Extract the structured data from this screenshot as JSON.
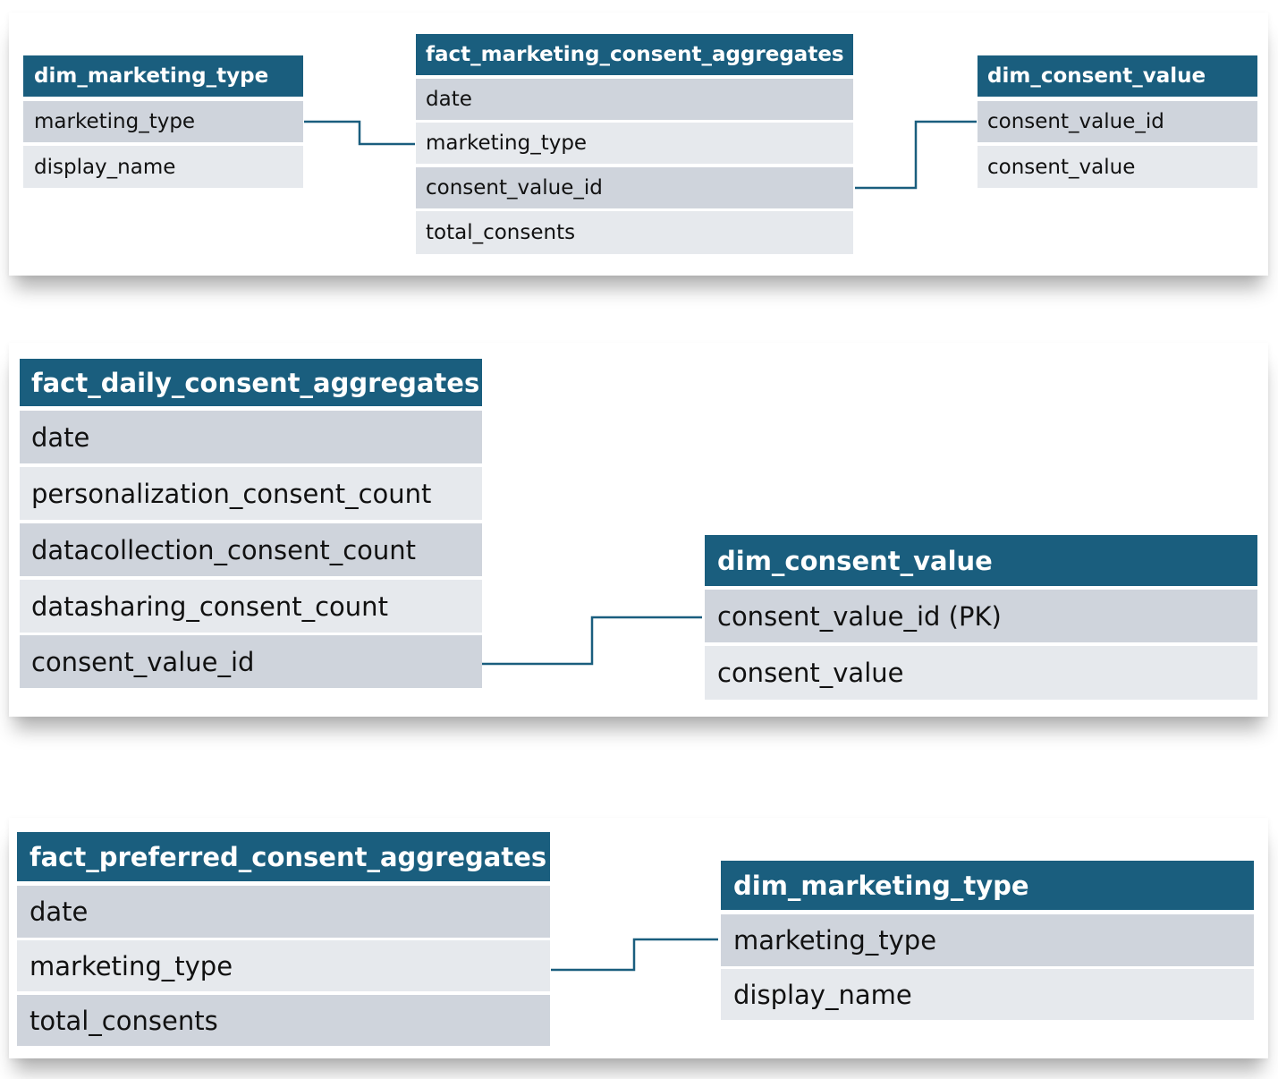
{
  "colors": {
    "header_bg": "#1a5e7e",
    "header_text": "#ffffff",
    "row_dark": "#cfd4dc",
    "row_light": "#e6e9ed",
    "connector": "#1a5e7e"
  },
  "diagram1": {
    "dim_marketing_type": {
      "title": "dim_marketing_type",
      "fields": [
        "marketing_type",
        "display_name"
      ]
    },
    "fact_marketing_consent_aggregates": {
      "title": "fact_marketing_consent_aggregates",
      "fields": [
        "date",
        "marketing_type",
        "consent_value_id",
        "total_consents"
      ]
    },
    "dim_consent_value": {
      "title": "dim_consent_value",
      "fields": [
        "consent_value_id",
        "consent_value"
      ]
    }
  },
  "diagram2": {
    "fact_daily_consent_aggregates": {
      "title": "fact_daily_consent_aggregates",
      "fields": [
        "date",
        "personalization_consent_count",
        "datacollection_consent_count",
        "datasharing_consent_count",
        "consent_value_id"
      ]
    },
    "dim_consent_value": {
      "title": "dim_consent_value",
      "fields": [
        "consent_value_id (PK)",
        "consent_value"
      ]
    }
  },
  "diagram3": {
    "fact_preferred_consent_aggregates": {
      "title": "fact_preferred_consent_aggregates",
      "fields": [
        "date",
        "marketing_type",
        "total_consents"
      ]
    },
    "dim_marketing_type": {
      "title": "dim_marketing_type",
      "fields": [
        "marketing_type",
        "display_name"
      ]
    }
  }
}
